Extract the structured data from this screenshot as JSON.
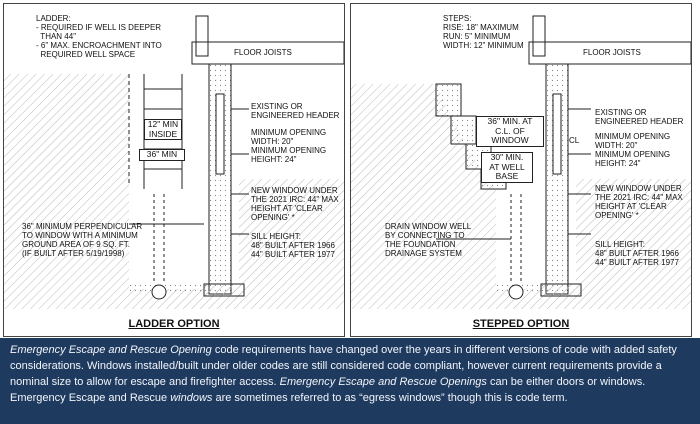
{
  "left": {
    "ladder_note": "LADDER:\n- REQUIRED IF WELL IS DEEPER\n  THAN 44\"\n- 6\" MAX. ENCROACHMENT INTO\n  REQUIRED WELL SPACE",
    "floor_joists": "FLOOR JOISTS",
    "header": "EXISTING OR\nENGINEERED HEADER",
    "min_opening": "MINIMUM OPENING\nWIDTH: 20\"\nMINIMUM OPENING\nHEIGHT: 24\"",
    "new_window": "NEW WINDOW UNDER\nTHE 2021 IRC: 44\" MAX\nHEIGHT AT 'CLEAR\nOPENING' *",
    "sill": "SILL HEIGHT:\n48\" BUILT AFTER 1966\n44\" BUILT AFTER 1977",
    "perp_note": "36\" MINIMUM PERPENDICULAR\nTO WINDOW WITH A MINIMUM\nGROUND AREA OF 9 SQ. FT.\n(IF BUILT AFTER 5/19/1998)",
    "dim_12": "12\" MIN\nINSIDE",
    "dim_36": "36\" MIN",
    "caption": "LADDER OPTION"
  },
  "right": {
    "steps_note": "STEPS:\nRISE: 18\" MAXIMUM\nRUN: 5\" MINIMUM\nWIDTH: 12\" MINIMUM",
    "floor_joists": "FLOOR JOISTS",
    "header": "EXISTING OR\nENGINEERED HEADER",
    "min_opening": "MINIMUM OPENING\nWIDTH: 20\"\nMINIMUM OPENING\nHEIGHT: 24\"",
    "new_window": "NEW WINDOW UNDER\nTHE 2021 IRC: 44\" MAX\nHEIGHT AT 'CLEAR\nOPENING' *",
    "sill": "SILL HEIGHT:\n48\" BUILT AFTER 1966\n44\" BUILT AFTER 1977",
    "drain": "DRAIN WINDOW WELL\nBY CONNECTING TO\nTHE FOUNDATION\nDRAINAGE SYSTEM",
    "dim_36cl": "36\" MIN. AT\nC.L. OF\nWINDOW",
    "dim_30": "30\" MIN.\nAT WELL\nBASE",
    "cl": "CL",
    "caption": "STEPPED OPTION"
  },
  "footer": {
    "p1_italic": "Emergency Escape and Rescue Opening",
    "p1_rest": " code requirements have changed over the years in different versions of code with added safety considerations. Windows installed/built under older codes are still considered code compliant, however current requirements provide a nominal size to allow for escape and firefighter access. ",
    "p2_italic": "Emergency Escape and Rescue Openings",
    "p2_rest": " can be either doors or windows. Emergency Escape and Rescue ",
    "p3_italic": "windows",
    "p3_rest": " are sometimes referred to as “egress windows” though this is code term."
  }
}
